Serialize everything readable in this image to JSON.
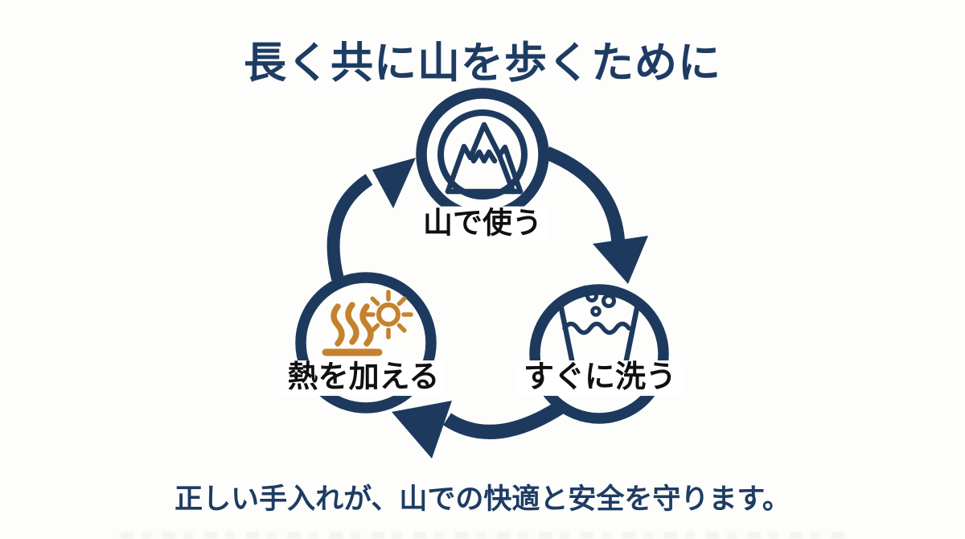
{
  "slide": {
    "title": "長く共に山を歩くために",
    "caption": "正しい手入れが、山での快適と安全を守ります。"
  },
  "cycle": {
    "direction": "clockwise",
    "nodes": [
      {
        "id": "use-on-mountain",
        "label": "山で使う",
        "icon": "mountain-icon"
      },
      {
        "id": "wash-immediately",
        "label": "すぐに洗う",
        "icon": "wash-basin-icon"
      },
      {
        "id": "apply-heat",
        "label": "熱を加える",
        "icon": "heat-steam-sun-icon"
      }
    ]
  },
  "colors": {
    "navy": "#1d3a5e",
    "label_black": "#101010",
    "heat_orange": "#c5822e",
    "background": "#fdfdfb"
  }
}
